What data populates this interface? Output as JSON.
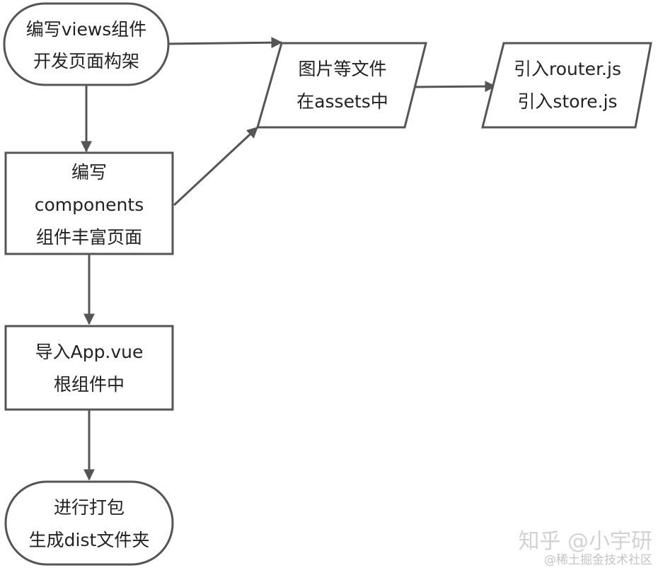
{
  "flowchart": {
    "nodes": {
      "start": {
        "shape": "terminator",
        "lines": [
          "编写views组件",
          "开发页面构架"
        ]
      },
      "components": {
        "shape": "process",
        "lines": [
          "编写",
          "components",
          "组件丰富页面"
        ]
      },
      "assets": {
        "shape": "data",
        "lines": [
          "图片等文件",
          "在assets中"
        ]
      },
      "router_store": {
        "shape": "data",
        "lines": [
          "引入router.js",
          "引入store.js"
        ]
      },
      "app_vue": {
        "shape": "process",
        "lines": [
          "导入App.vue",
          "根组件中"
        ]
      },
      "build": {
        "shape": "terminator",
        "lines": [
          "进行打包",
          "生成dist文件夹"
        ]
      }
    },
    "edges": [
      {
        "from": "start",
        "to": "components"
      },
      {
        "from": "start",
        "to": "assets"
      },
      {
        "from": "components",
        "to": "assets"
      },
      {
        "from": "assets",
        "to": "router_store"
      },
      {
        "from": "components",
        "to": "app_vue"
      },
      {
        "from": "app_vue",
        "to": "build"
      }
    ]
  },
  "watermark": {
    "main": "知乎 @小宇研",
    "sub": "@稀土掘金技术社区"
  },
  "colors": {
    "stroke": "#555555",
    "text": "#222222",
    "background": "#ffffff",
    "watermark": "#d2d2d2"
  }
}
